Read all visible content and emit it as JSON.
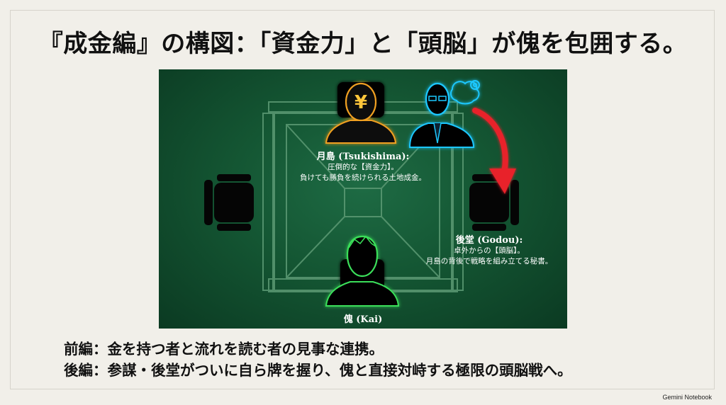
{
  "title": "『成金編』の構図：「資金力」と「頭脳」が傀を包囲する。",
  "diagram": {
    "tsukishima": {
      "name": "月島 (Tsukishima):",
      "line1": "圧倒的な【資金力】。",
      "line2": "負けても勝負を続けられる土地成金。",
      "glyph": "¥",
      "color": "#f0a020"
    },
    "godou": {
      "name": "後堂 (Godou):",
      "line1": "卓外からの【頭脳】。",
      "line2": "月島の背後で戦略を組み立てる秘書。",
      "color": "#1ec8ff"
    },
    "kai": {
      "name": "傀 (Kai)",
      "color": "#3adf5a"
    },
    "arrow_color": "#e8202a"
  },
  "bottom": {
    "line1": "前編：金を持つ者と流れを読む者の見事な連携。",
    "line2": "後編：参謀・後堂がついに自ら牌を握り、傀と直接対峙する極限の頭脳戦へ。"
  },
  "brand": "Gemini Notebook"
}
